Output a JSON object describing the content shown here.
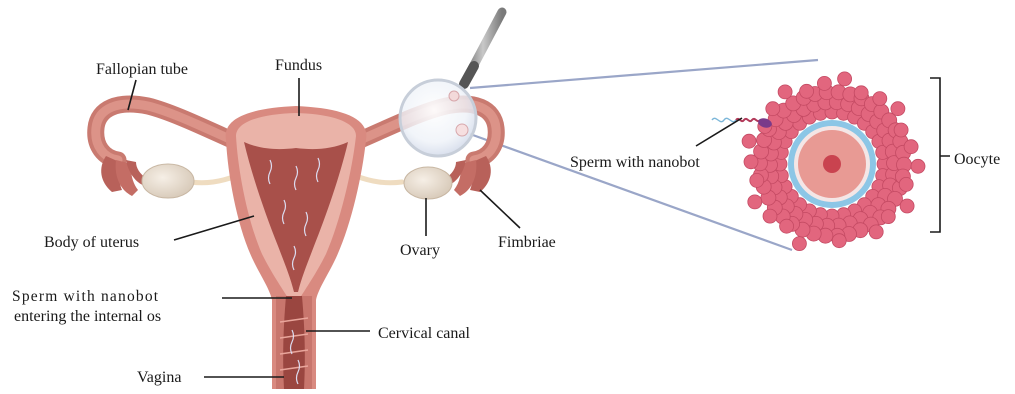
{
  "labels": {
    "fallopian_tube": "Fallopian tube",
    "fundus": "Fundus",
    "body_of_uterus": "Body of uterus",
    "ovary": "Ovary",
    "fimbriae": "Fimbriae",
    "sperm_internal_os_line1": "Sperm with nanobot",
    "sperm_internal_os_line2": "entering the internal os",
    "cervical_canal": "Cervical canal",
    "vagina": "Vagina",
    "sperm_with_nanobot": "Sperm with nanobot",
    "oocyte": "Oocyte"
  },
  "colors": {
    "uterus_outer": "#d98a80",
    "uterus_inner": "#a8504a",
    "uterus_light": "#eab3a8",
    "ovary": "#e8ddd0",
    "oocyte_cells": "#e2667e",
    "zona_pellucida": "#8cc6e6",
    "ooplasm": "#e89a94",
    "nucleus": "#c9434f",
    "magnifier_lines": "#9aa6c8"
  }
}
